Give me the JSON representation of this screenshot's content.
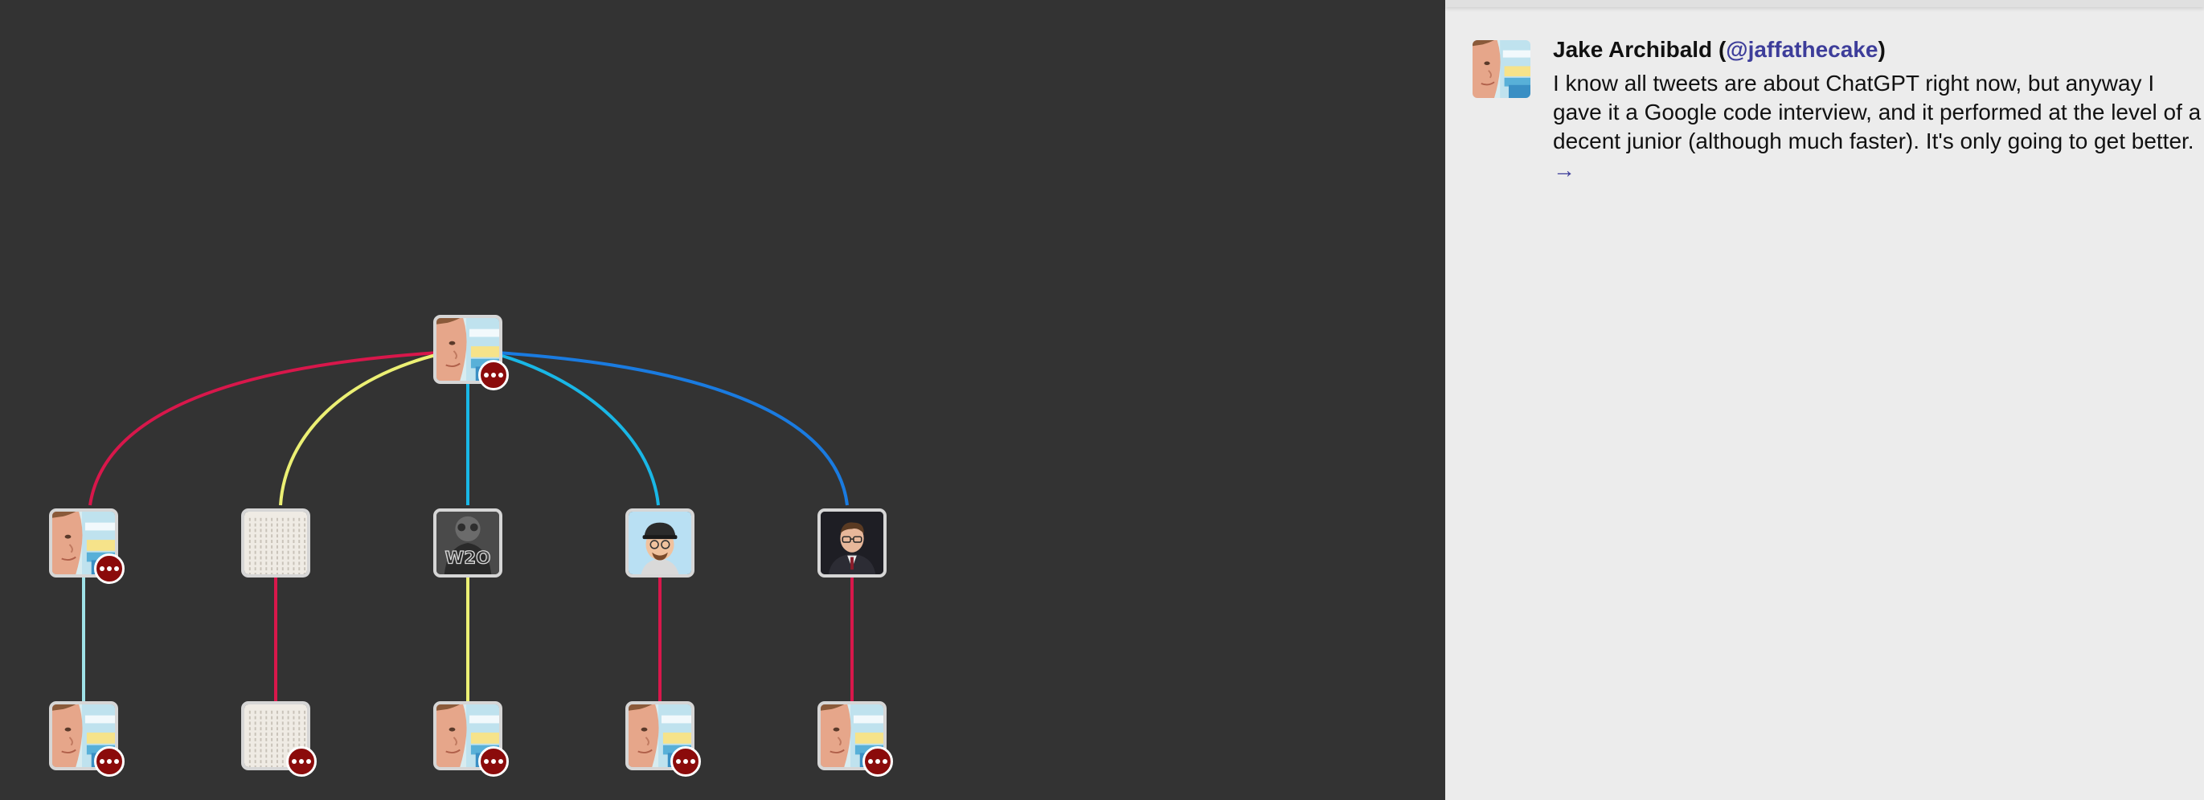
{
  "tree": {
    "edge_colors": {
      "crimson": "#d8174b",
      "yellow": "#ecf074",
      "cyan": "#19b7e6",
      "blue": "#1a7be0",
      "light_cyan": "#9fe2e8"
    },
    "root": {
      "avatar": "jake-avatar",
      "has_more": true
    },
    "level1": [
      {
        "avatar": "jake-avatar",
        "has_more": true
      },
      {
        "avatar": "pattern-avatar",
        "has_more": false
      },
      {
        "avatar": "photo-avatar",
        "has_more": false
      },
      {
        "avatar": "memoji-avatar",
        "has_more": false
      },
      {
        "avatar": "portrait-avatar",
        "has_more": false
      }
    ],
    "level2": [
      {
        "avatar": "jake-avatar",
        "has_more": true
      },
      {
        "avatar": "pattern-avatar",
        "has_more": true
      },
      {
        "avatar": "jake-avatar",
        "has_more": true
      },
      {
        "avatar": "jake-avatar",
        "has_more": true
      },
      {
        "avatar": "jake-avatar",
        "has_more": true
      }
    ],
    "photo_avatar_text": "W2O"
  },
  "tweet": {
    "author_name": "Jake Archibald",
    "open_paren": " (",
    "handle": "@jaffathecake",
    "close_paren": ")",
    "text": "I know all tweets are about ChatGPT right now, but anyway I gave it a Google code interview, and it performed at the level of a decent junior (although much faster). It's only going to get better. ",
    "more_link": "→",
    "avatar": "jake-avatar"
  }
}
